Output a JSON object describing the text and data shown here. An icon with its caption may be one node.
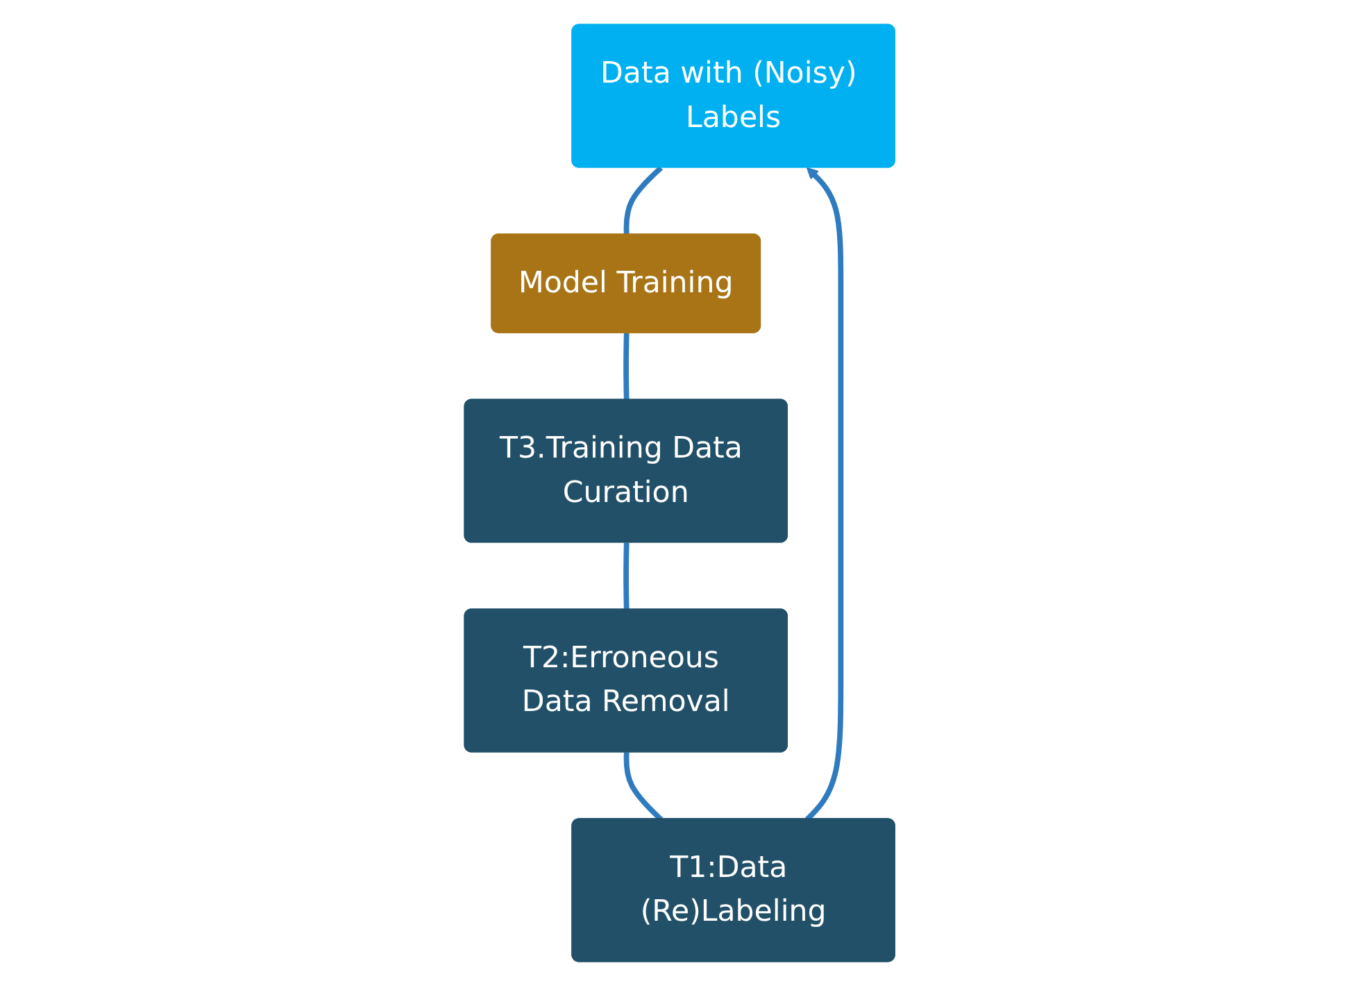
{
  "diagram": {
    "nodes": [
      {
        "text": [
          "Data with (Noisy) Labels"
        ]
      },
      {
        "text": [
          "T1:Data (Re)Labeling"
        ]
      },
      {
        "text": [
          "Model Training"
        ]
      },
      {
        "text": [
          "T2:Erroneous Data Removal"
        ]
      },
      {
        "text": [
          "T3.Training Data Curation"
        ]
      }
    ],
    "edges": [
      {
        "from": 0,
        "to": 2,
        "arrow": "none"
      },
      {
        "from": 2,
        "to": 4,
        "arrow": "none"
      },
      {
        "from": 4,
        "to": 3,
        "arrow": "none"
      },
      {
        "from": 3,
        "to": 1,
        "arrow": "none"
      },
      {
        "from": 1,
        "to": 0,
        "arrow": "to"
      }
    ]
  }
}
